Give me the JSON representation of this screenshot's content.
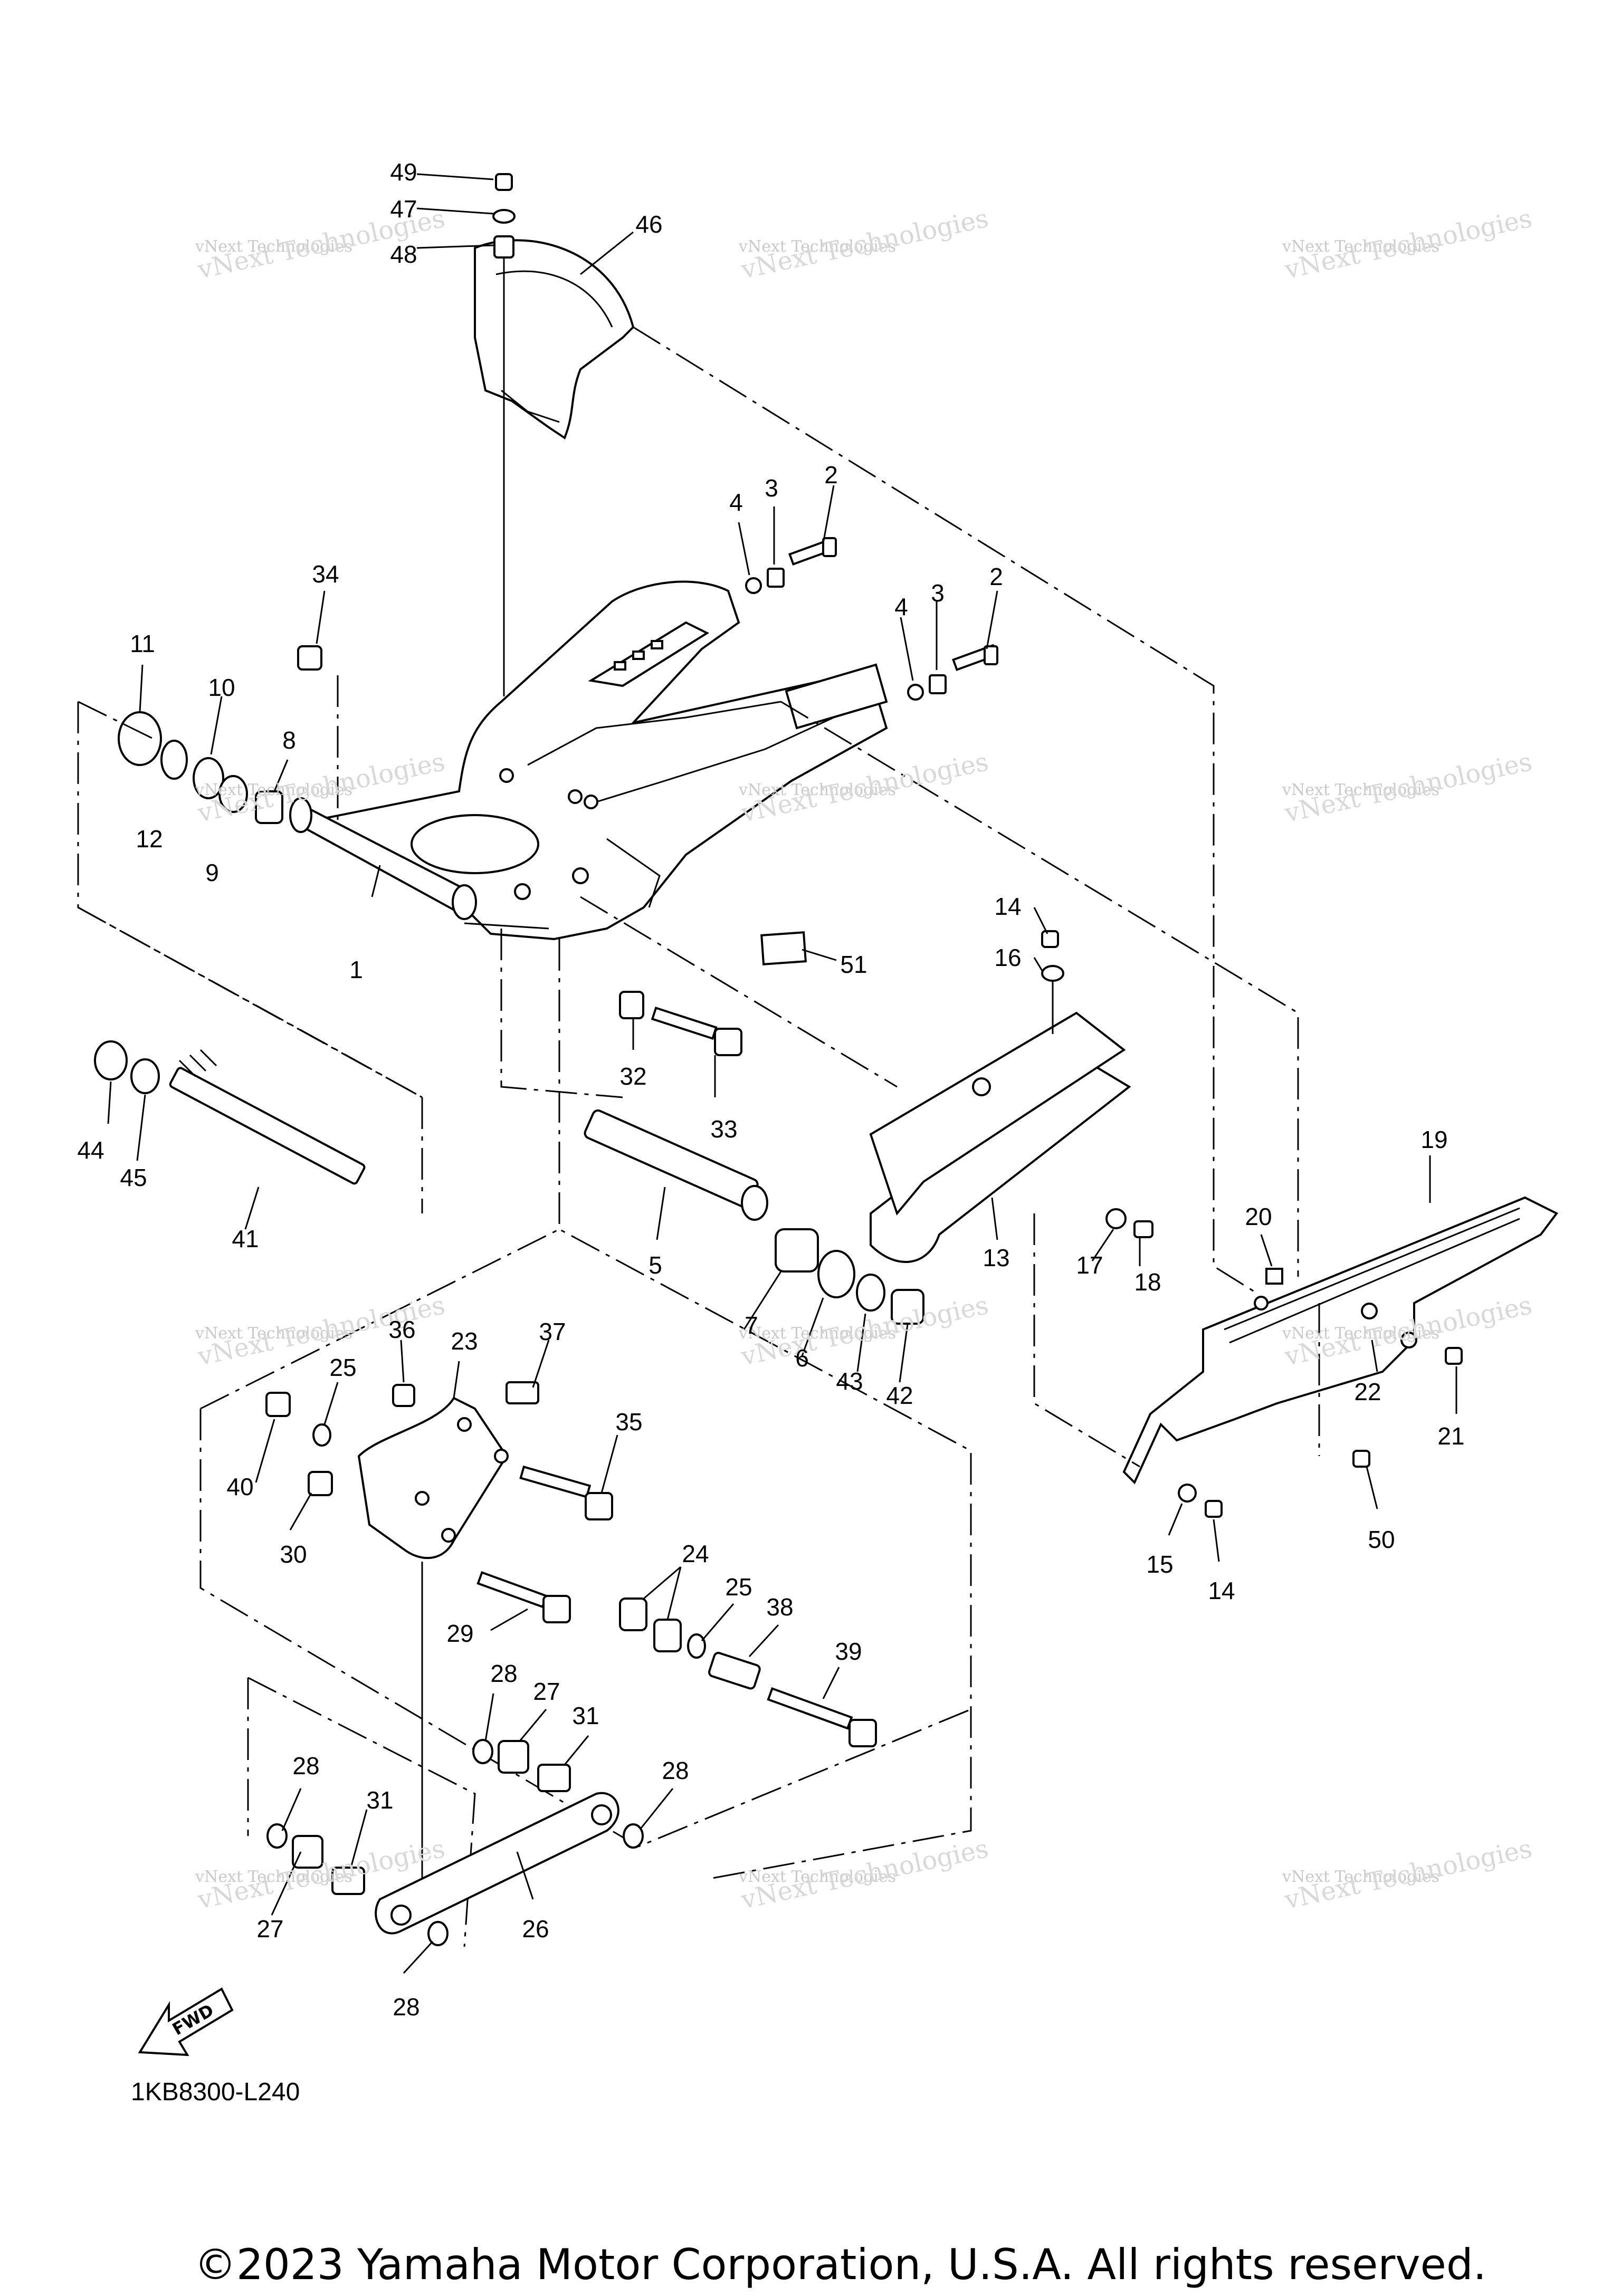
{
  "diagram": {
    "code": "1KB8300-L240",
    "copyright": "©2023 Yamaha Motor Corporation, U.S.A. All rights reserved.",
    "fwd_label": "FWD",
    "watermark_line1": "vNext Technologies",
    "watermark_line2": "vNext Technologies"
  },
  "callouts": {
    "c49": "49",
    "c47": "47",
    "c48": "48",
    "c46": "46",
    "c2a": "2",
    "c3a": "3",
    "c4a": "4",
    "c2b": "2",
    "c3b": "3",
    "c4b": "4",
    "c34": "34",
    "c11": "11",
    "c10": "10",
    "c8": "8",
    "c12": "12",
    "c9": "9",
    "c1": "1",
    "c51": "51",
    "c14a": "14",
    "c16": "16",
    "c32": "32",
    "c33": "33",
    "c44": "44",
    "c45": "45",
    "c41": "41",
    "c5": "5",
    "c13": "13",
    "c17": "17",
    "c18": "18",
    "c19": "19",
    "c20": "20",
    "c7": "7",
    "c6": "6",
    "c43": "43",
    "c42": "42",
    "c36": "36",
    "c23": "23",
    "c37": "37",
    "c25a": "25",
    "c40": "40",
    "c35": "35",
    "c30": "30",
    "c24": "24",
    "c25b": "25",
    "c38": "38",
    "c29": "29",
    "c39": "39",
    "c22": "22",
    "c21": "21",
    "c50": "50",
    "c15": "15",
    "c14b": "14",
    "c28a": "28",
    "c27a": "27",
    "c31a": "31",
    "c28b": "28",
    "c28c": "28",
    "c31b": "31",
    "c27b": "27",
    "c26": "26",
    "c28d": "28"
  }
}
